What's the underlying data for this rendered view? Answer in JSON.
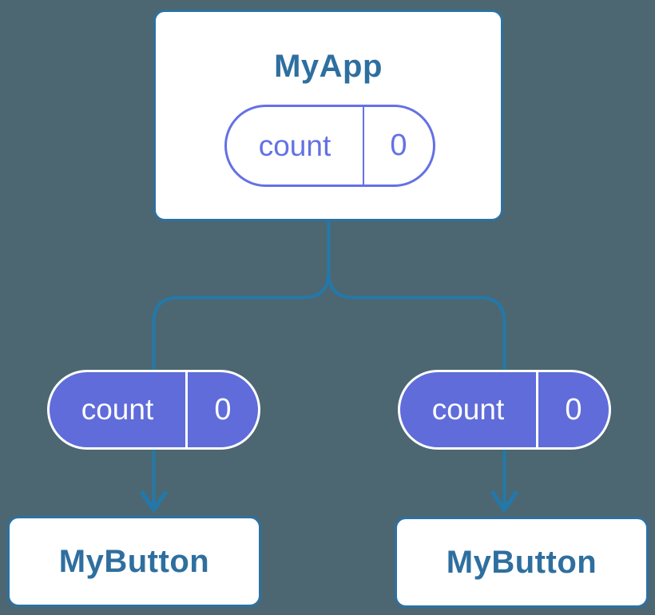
{
  "diagram": {
    "background_color": "#4c6771",
    "connector_color": "#2478a9",
    "card": {
      "fill": "#ffffff",
      "border_color": "#2d71a2",
      "title_color": "#2e6f9f"
    },
    "root": {
      "title": "MyApp",
      "state_pill": {
        "label": "count",
        "value": "0",
        "accent_color": "#6471e4",
        "fill": "#ffffff"
      }
    },
    "branches": [
      {
        "prop_pill": {
          "label": "count",
          "value": "0",
          "fill_color": "#5f6cda",
          "text_color": "#ffffff"
        },
        "child": {
          "title": "MyButton"
        }
      },
      {
        "prop_pill": {
          "label": "count",
          "value": "0",
          "fill_color": "#5f6cda",
          "text_color": "#ffffff"
        },
        "child": {
          "title": "MyButton"
        }
      }
    ]
  }
}
